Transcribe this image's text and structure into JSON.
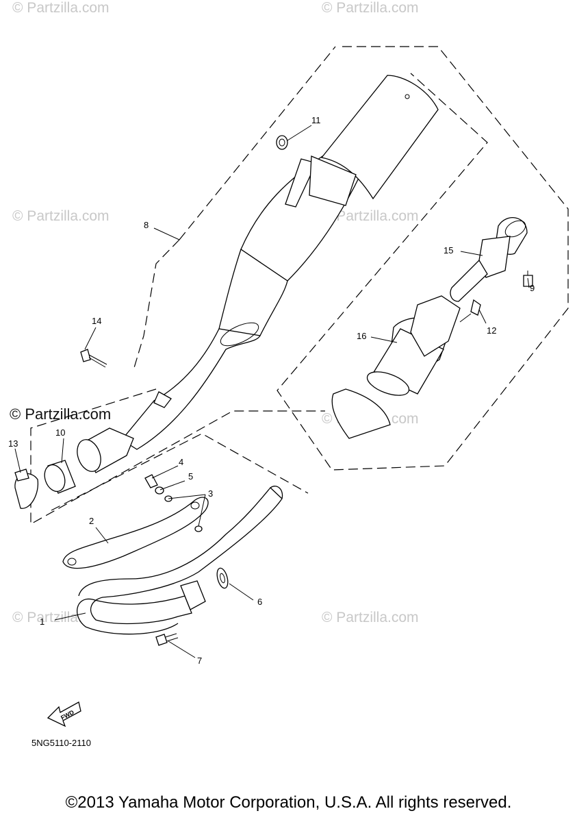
{
  "watermarks": {
    "text": "© Partzilla.com",
    "top_left": "© Partzilla.com",
    "top_center": "© Partzilla.com",
    "mid_left": "© Partzilla.com",
    "mid_center": "© Partzilla.com",
    "left_strong": "© Partzilla.com",
    "lower_center": "© Partzilla.com",
    "bottom_left": "© Partzilla.com",
    "bottom_center": "© Partzilla.com"
  },
  "callouts": [
    "1",
    "2",
    "3",
    "4",
    "5",
    "6",
    "7",
    "8",
    "9",
    "10",
    "11",
    "12",
    "13",
    "14",
    "15",
    "16"
  ],
  "fwd_label": "FWD",
  "diagram_code": "5NG5110-2110",
  "copyright": "©2013 Yamaha Motor Corporation, U.S.A. All rights reserved."
}
